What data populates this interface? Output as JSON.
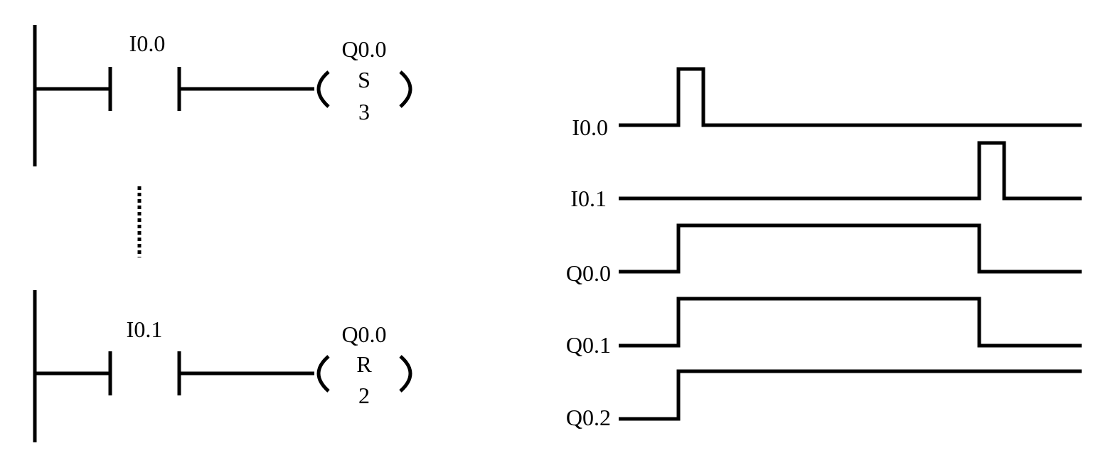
{
  "ladder": {
    "rung1": {
      "contact": "I0.0",
      "coil_address": "Q0.0",
      "coil_type": "S",
      "coil_count": "3"
    },
    "rung2": {
      "contact": "I0.1",
      "coil_address": "Q0.0",
      "coil_type": "R",
      "coil_count": "2"
    }
  },
  "timing": {
    "signals": [
      {
        "name": "I0.0"
      },
      {
        "name": "I0.1"
      },
      {
        "name": "Q0.0"
      },
      {
        "name": "Q0.1"
      },
      {
        "name": "Q0.2"
      }
    ]
  }
}
